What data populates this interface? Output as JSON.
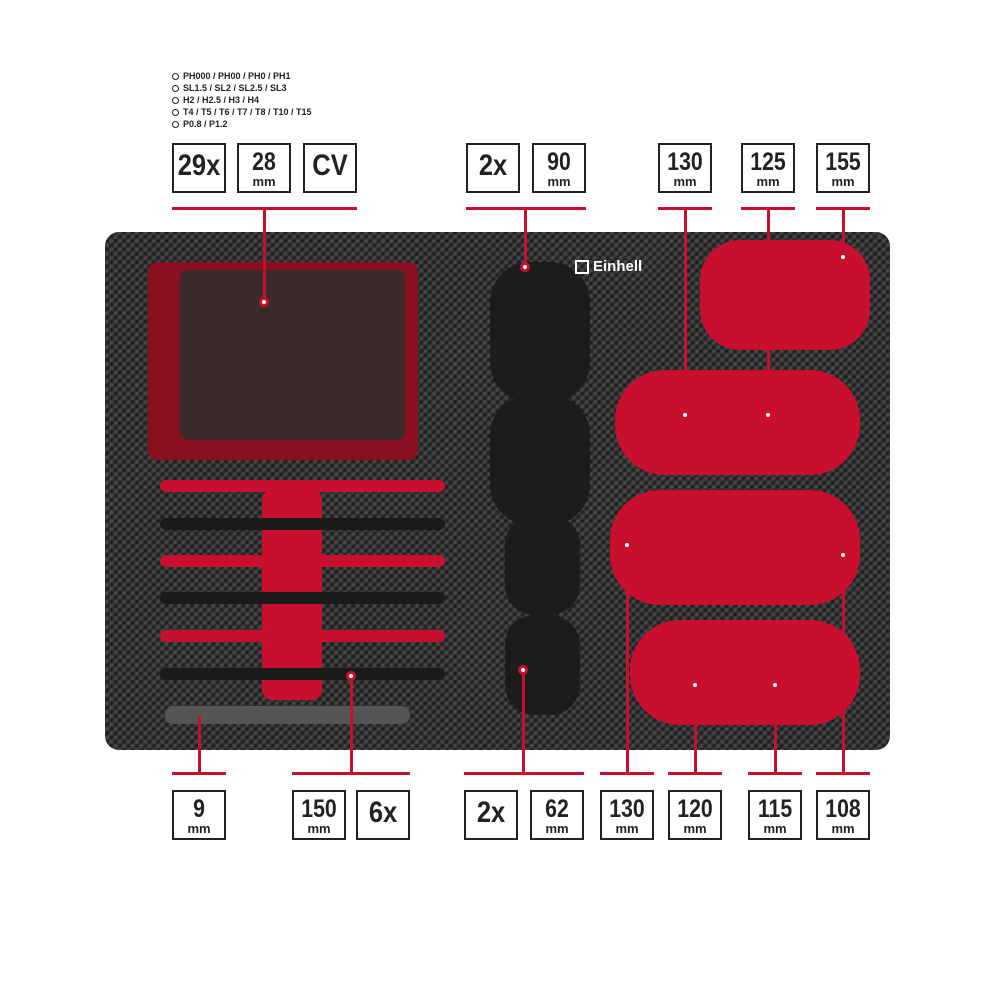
{
  "bit_legend": [
    {
      "icon": "phillips-icon",
      "text": "PH000 / PH00 / PH0 / PH1"
    },
    {
      "icon": "slotted-icon",
      "text": "SL1.5 / SL2 / SL2.5 / SL3"
    },
    {
      "icon": "hex-icon",
      "text": "H2 / H2.5 / H3 / H4"
    },
    {
      "icon": "torx-icon",
      "text": "T4 / T5 / T6 / T7 / T8 / T10 / T15"
    },
    {
      "icon": "pozidriv-icon",
      "text": "P0.8 / P1.2"
    }
  ],
  "top_labels": [
    {
      "num": "29x",
      "unit": ""
    },
    {
      "num": "28",
      "unit": "mm"
    },
    {
      "num": "CV",
      "unit": ""
    },
    {
      "num": "2x",
      "unit": ""
    },
    {
      "num": "90",
      "unit": "mm"
    },
    {
      "num": "130",
      "unit": "mm"
    },
    {
      "num": "125",
      "unit": "mm"
    },
    {
      "num": "155",
      "unit": "mm"
    }
  ],
  "bottom_labels": [
    {
      "num": "9",
      "unit": "mm"
    },
    {
      "num": "150",
      "unit": "mm"
    },
    {
      "num": "6x",
      "unit": ""
    },
    {
      "num": "2x",
      "unit": ""
    },
    {
      "num": "62",
      "unit": "mm"
    },
    {
      "num": "130",
      "unit": "mm"
    },
    {
      "num": "120",
      "unit": "mm"
    },
    {
      "num": "115",
      "unit": "mm"
    },
    {
      "num": "108",
      "unit": "mm"
    }
  ],
  "brand": "Einhell",
  "colors": {
    "accent": "#c8102e",
    "dark": "#222222"
  }
}
